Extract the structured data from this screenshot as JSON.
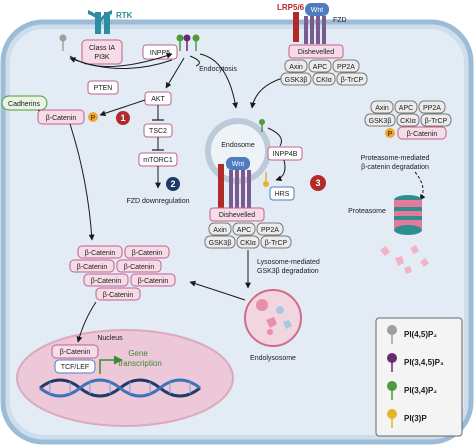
{
  "labels": {
    "rtk": "RTK",
    "lrp": "LRP5/6",
    "wnt_top": "Wnt",
    "fzd": "FZD",
    "class_ia_pi3k_1": "Class IA",
    "class_ia_pi3k_2": "PI3K",
    "inpp5": "INPP5",
    "pten": "PTEN",
    "cadherins": "Cadherins",
    "beta_catenin": "β-Catenin",
    "akt": "AKT",
    "tsc2": "TSC2",
    "mtorc1": "mTORC1",
    "fzd_down": "FZD downregulation",
    "endocytosis": "Endocytosis",
    "dishevelled": "Dishevelled",
    "axin": "Axin",
    "apc": "APC",
    "pp2a": "PP2A",
    "gsk3b": "GSK3β",
    "ck1a": "CKIα",
    "btrcp": "β-TrCP",
    "endosome": "Endosome",
    "wnt_endo": "Wnt",
    "inpp4b": "INPP4B",
    "hrs": "HRS",
    "p": "P",
    "proteasome_deg_1": "Proteasome-mediated",
    "proteasome_deg_2": "β-catenin degradation",
    "proteasome": "Proteasome",
    "lysosome_deg_1": "Lysosome-mediated",
    "lysosome_deg_2": "GSK3β degradation",
    "endolysosome": "Endolysosome",
    "nucleus": "Nucleus",
    "tcf_lef": "TCF/LEF",
    "gene_1": "Gene",
    "gene_2": "transcription",
    "num1": "1",
    "num2": "2",
    "num3": "3"
  },
  "legend": [
    {
      "name": "PI(4,5)P₂",
      "color": "#9e9e9e"
    },
    {
      "name": "PI(3,4,5)P₃",
      "color": "#6a2a72"
    },
    {
      "name": "PI(3,4)P₂",
      "color": "#4f9a3a"
    },
    {
      "name": "PI(3)P",
      "color": "#e2b52a"
    }
  ],
  "colors": {
    "cell_fill": "#dfe9f3",
    "cell_border": "#a9c7df",
    "pink": "#f6dce6",
    "pink_border": "#c1618f",
    "gray_box": "#ececec",
    "red_badge": "#b32a2a",
    "navy_badge": "#1f3a66",
    "receptor_purple": "#7a5a8f",
    "rtk_teal": "#2c8fa0",
    "wnt_blue": "#4f7bbf",
    "phos": "#f0a531",
    "nucleus": "#ecc8d8",
    "endolysosome": "#e8b7c4"
  }
}
